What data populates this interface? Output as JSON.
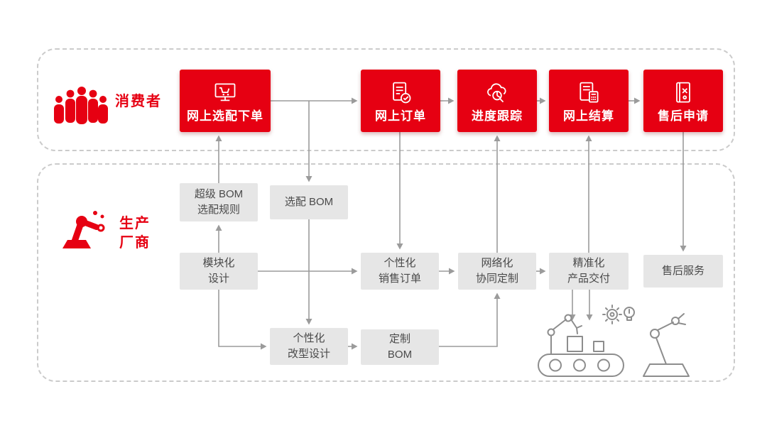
{
  "consumer": {
    "label": "消费者",
    "steps": [
      {
        "label": "网上选配下单",
        "icon": "monitor-config-icon"
      },
      {
        "label": "网上订单",
        "icon": "order-check-icon"
      },
      {
        "label": "进度跟踪",
        "icon": "progress-cloud-icon"
      },
      {
        "label": "网上结算",
        "icon": "settlement-calculator-icon"
      },
      {
        "label": "售后申请",
        "icon": "aftersales-manual-icon"
      }
    ]
  },
  "manufacturer": {
    "label": "生产\n厂商",
    "nodes": [
      {
        "id": "super-bom-rules",
        "label": "超级 BOM\n选配规则"
      },
      {
        "id": "config-bom",
        "label": "选配 BOM"
      },
      {
        "id": "modular-design",
        "label": "模块化\n设计"
      },
      {
        "id": "personalized-sales-order",
        "label": "个性化\n销售订单"
      },
      {
        "id": "networked-collab-custom",
        "label": "网络化\n协同定制"
      },
      {
        "id": "precise-product-delivery",
        "label": "精准化\n产品交付"
      },
      {
        "id": "aftersales-service",
        "label": "售后服务"
      },
      {
        "id": "personalized-redesign",
        "label": "个性化\n改型设计"
      },
      {
        "id": "custom-bom",
        "label": "定制\nBOM"
      }
    ]
  },
  "colors": {
    "accent_red": "#e60012",
    "node_gray": "#e6e6e6",
    "text_dark": "#4a4a4a",
    "arrow_gray": "#9b9b9b",
    "lane_border": "#cbcbcb"
  }
}
